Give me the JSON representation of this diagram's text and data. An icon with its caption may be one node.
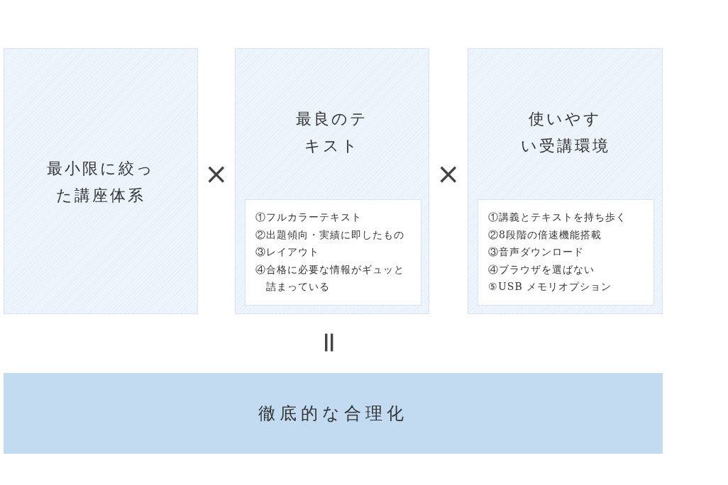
{
  "diagram": {
    "nodes": [
      {
        "text": [
          "最小限に絞った講座体系"
        ]
      },
      {
        "text": [
          "最良のテキスト"
        ]
      },
      {
        "text": [
          "①フルカラーテキスト",
          "②出題傾向・実績に即したもの",
          "③レイアウト",
          "④合格に必要な情報がギュッと詰まっている"
        ],
        "in": 1
      },
      {
        "text": [
          "使いやすい受講環境"
        ]
      },
      {
        "text": [
          "①講義とテキストを持ち歩く",
          "②8段階の倍速機能搭載",
          "③音声ダウンロード",
          "④ブラウザを選ばない",
          "⑤USB メモリオプション"
        ],
        "in": 3
      },
      {
        "text": [
          "徹底的な合理化"
        ]
      }
    ],
    "edges": [],
    "labels": [
      "×",
      "×",
      "="
    ]
  }
}
